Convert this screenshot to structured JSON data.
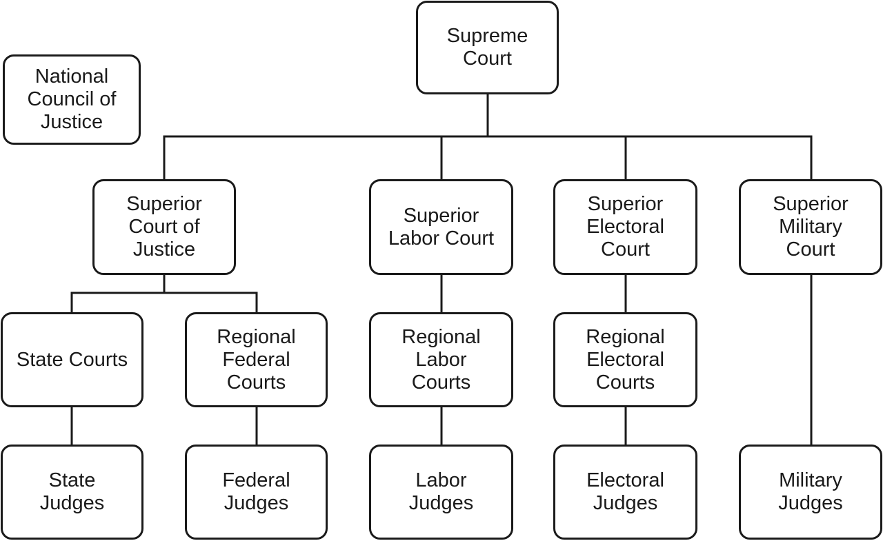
{
  "nodes": {
    "supreme_court": "Supreme\nCourt",
    "national_council": "National\nCouncil of\nJustice",
    "superior_court_justice": "Superior\nCourt of\nJustice",
    "superior_labor": "Superior\nLabor Court",
    "superior_electoral": "Superior\nElectoral\nCourt",
    "superior_military": "Superior\nMilitary\nCourt",
    "state_courts": "State Courts",
    "regional_federal": "Regional\nFederal\nCourts",
    "regional_labor": "Regional\nLabor\nCourts",
    "regional_electoral": "Regional\nElectoral\nCourts",
    "state_judges": "State\nJudges",
    "federal_judges": "Federal\nJudges",
    "labor_judges": "Labor\nJudges",
    "electoral_judges": "Electoral\nJudges",
    "military_judges": "Military\nJudges"
  }
}
